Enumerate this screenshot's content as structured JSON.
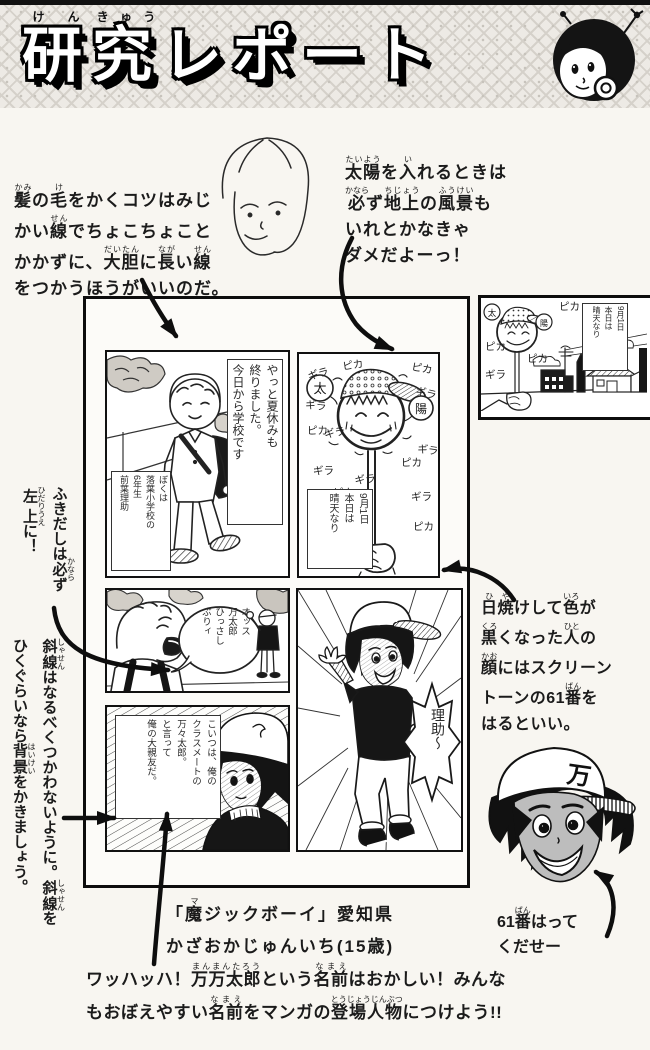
{
  "header": {
    "title_ruby": [
      [
        "研",
        "けん"
      ],
      [
        "究",
        "きゅう"
      ],
      [
        "レポート",
        ""
      ]
    ]
  },
  "annotations": {
    "hair_tip": {
      "lines": [
        [
          [
            "髪",
            "かみ"
          ],
          [
            "の",
            ""
          ],
          [
            "毛",
            "け"
          ],
          [
            "をかくコツはみじ",
            ""
          ]
        ],
        [
          [
            "かい",
            ""
          ],
          [
            "線",
            "せん"
          ],
          [
            "でちょこちょこと",
            ""
          ]
        ],
        [
          [
            "かかずに、",
            ""
          ],
          [
            "大胆",
            "だいたん"
          ],
          [
            "に",
            ""
          ],
          [
            "長",
            "なが"
          ],
          [
            "い",
            ""
          ],
          [
            "線",
            "せん"
          ]
        ],
        [
          [
            "をつかうほうがいいのだ。",
            ""
          ]
        ]
      ]
    },
    "sun_tip": {
      "lines": [
        [
          [
            "太陽",
            "たいよう"
          ],
          [
            "を",
            ""
          ],
          [
            "入",
            "い"
          ],
          [
            "れるときは",
            ""
          ]
        ],
        [
          [
            "必",
            "かなら"
          ],
          [
            "ず",
            ""
          ],
          [
            "地上",
            "ちじょう"
          ],
          [
            "の",
            ""
          ],
          [
            "風景",
            "ふうけい"
          ],
          [
            "も",
            ""
          ]
        ],
        [
          [
            "いれとかなきゃ",
            ""
          ]
        ],
        [
          [
            "ダメだよーっ！",
            ""
          ]
        ]
      ]
    },
    "bubble_tip": {
      "lines": [
        [
          [
            "ふきだしは",
            ""
          ],
          [
            "必",
            "かなら"
          ],
          [
            "ず",
            ""
          ]
        ],
        [
          [
            "左上",
            "ひだりうえ"
          ],
          [
            "に！",
            ""
          ]
        ]
      ]
    },
    "diagonal_tip": {
      "lines": [
        [
          [
            "斜線",
            "しゃせん"
          ],
          [
            "はなるべくつかわないように。",
            ""
          ],
          [
            "斜線",
            "しゃせん"
          ],
          [
            "を",
            ""
          ]
        ],
        [
          [
            "ひくぐらいなら",
            ""
          ],
          [
            "背景",
            "はいけい"
          ],
          [
            "をかきましょう。",
            ""
          ]
        ]
      ]
    },
    "tone_tip": {
      "lines": [
        [
          [
            "日焼",
            "ひや"
          ],
          [
            "けして",
            ""
          ],
          [
            "色",
            "いろ"
          ],
          [
            "が",
            ""
          ]
        ],
        [
          [
            "黒",
            "くろ"
          ],
          [
            "くなった",
            ""
          ],
          [
            "人",
            "ひと"
          ],
          [
            "の",
            ""
          ]
        ],
        [
          [
            "顔",
            "かお"
          ],
          [
            "にはスクリーン",
            ""
          ]
        ],
        [
          [
            "トーンの61",
            ""
          ],
          [
            "番",
            "ばん"
          ],
          [
            "を",
            ""
          ]
        ],
        [
          [
            "はるといい。",
            ""
          ]
        ]
      ]
    },
    "tone_label": {
      "lines": [
        [
          [
            "61",
            ""
          ],
          [
            "番",
            "ばん"
          ],
          [
            "はって",
            ""
          ]
        ],
        [
          [
            "くだせー",
            ""
          ]
        ]
      ]
    }
  },
  "manga": {
    "panel1": {
      "caption": "やっと夏休みも\n終りました。\n今日から学校です",
      "name_box": "ぼくは\n落葉小学校の\n6年生\n前葉理助"
    },
    "panel2": {
      "sign": "9月1日\n本日は\n晴天なり",
      "sun_left": "太",
      "sun_right": "陽",
      "sfx_gira": "ギラ",
      "sfx_pika": "ピカ"
    },
    "panel3": {
      "bubble": "オッス\n万太郎\nひっさし\nぶりィ"
    },
    "panel4": {
      "caption": "こいつは、俺の\nクラスメートの\n万々太郎。\nと言って\n俺の大親友だ。"
    },
    "panel5": {
      "bubble": "理助〜",
      "cap_mark": "万"
    },
    "side_panel": {
      "sign": "9月1日\n本日は\n晴天なり",
      "sun_left": "太",
      "sun_right": "陽",
      "sfx_pika": "ピカ",
      "sfx_gira": "ギラ"
    }
  },
  "tone_head": {
    "cap_mark": "万"
  },
  "credit": {
    "lines": [
      [
        [
          "「",
          ""
        ],
        [
          "魔",
          "マ"
        ],
        [
          "ジックボーイ」愛知県",
          ""
        ]
      ],
      [
        [
          "かざおかじゅんいち(15歳)",
          ""
        ]
      ]
    ]
  },
  "footer": {
    "lines": [
      [
        [
          "ワッハッハ！",
          ""
        ],
        [
          "万万太郎",
          "まんまんたろう"
        ],
        [
          "という",
          ""
        ],
        [
          "名前",
          "なまえ"
        ],
        [
          "はおかしい！みんな",
          ""
        ]
      ],
      [
        [
          "もおぼえやすい",
          ""
        ],
        [
          "名前",
          "なまえ"
        ],
        [
          "をマンガの",
          ""
        ],
        [
          "登場人物",
          "とうじょうじんぶつ"
        ],
        [
          "につけよう!!",
          ""
        ]
      ]
    ]
  },
  "colors": {
    "ink": "#111111",
    "paper": "#f8f6f1",
    "screentone_gray": "#bdbdbd"
  }
}
